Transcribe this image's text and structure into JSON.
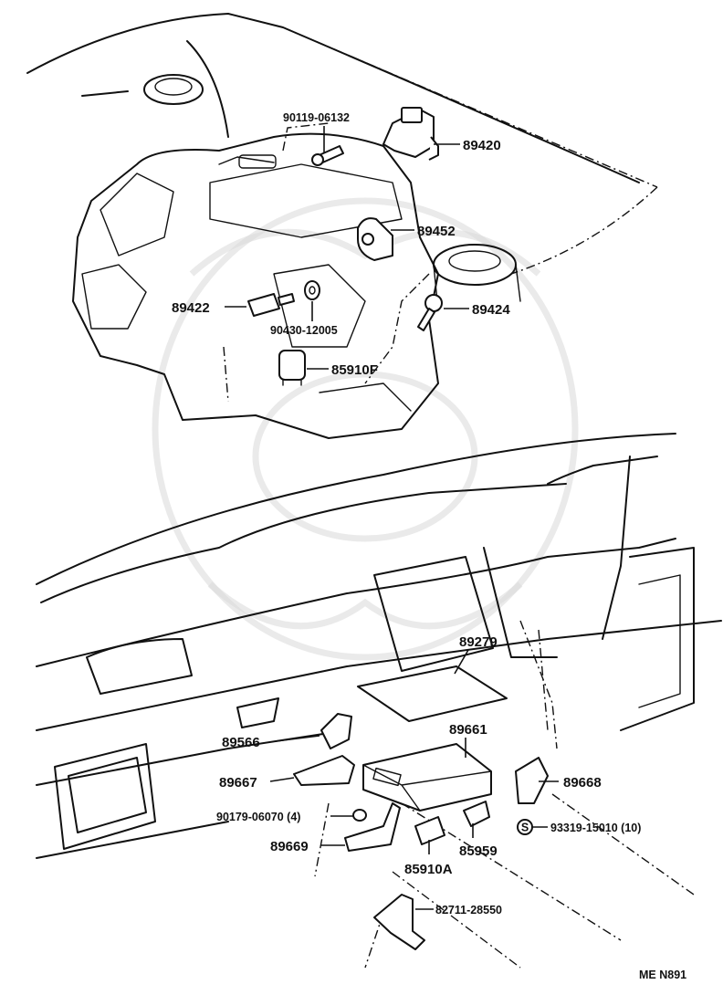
{
  "labels": {
    "p90119": "90119-06132",
    "p89420": "89420",
    "p89452": "89452",
    "p89422": "89422",
    "p89424": "89424",
    "p90430": "90430-12005",
    "p85910f": "85910F",
    "p89279": "89279",
    "p89566": "89566",
    "p89661": "89661",
    "p89667": "89667",
    "p89668": "89668",
    "p90179": "90179-06070 (4)",
    "p93319": "93319-15010 (10)",
    "p93319_mark": "S",
    "p89669": "89669",
    "p85959": "85959",
    "p85910a": "85910A",
    "p82711": "82711-28550",
    "ref_code": "ME N891"
  }
}
